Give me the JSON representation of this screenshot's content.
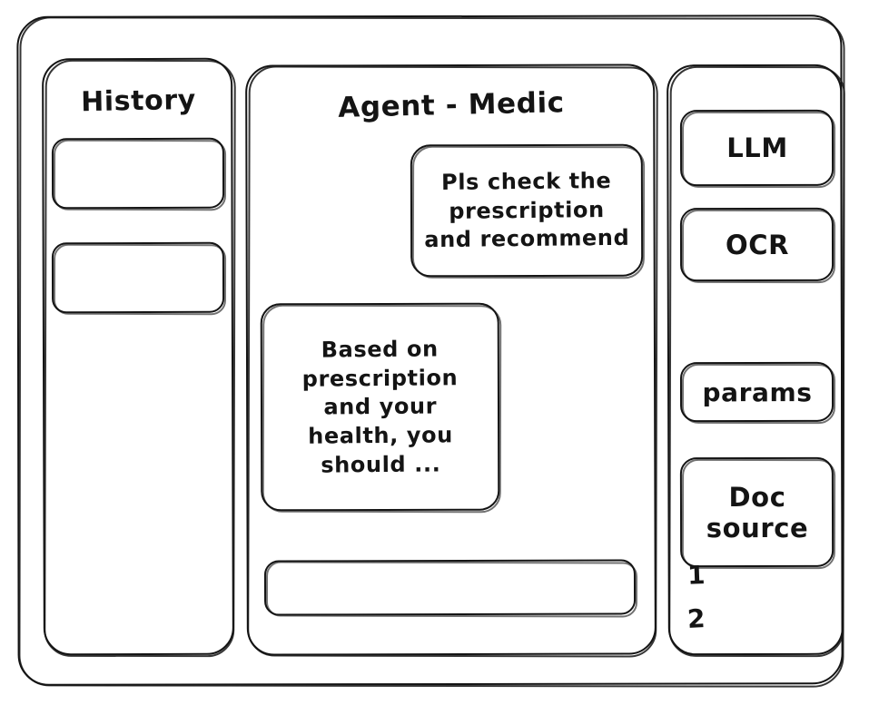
{
  "window": {
    "frame_label": "app-window"
  },
  "sidebar": {
    "title": "History",
    "items": [
      {
        "label": ""
      },
      {
        "label": ""
      }
    ]
  },
  "main": {
    "title": "Agent - Medic",
    "messages": [
      {
        "role": "user",
        "text": "Pls check the\nprescription\nand recommend"
      },
      {
        "role": "agent",
        "text": "Based on\nprescription\nand your\nhealth, you\nshould ..."
      }
    ],
    "composer": {
      "value": "",
      "placeholder": ""
    }
  },
  "tools": {
    "buttons": [
      {
        "label": "LLM"
      },
      {
        "label": "OCR"
      },
      {
        "label": "params"
      },
      {
        "label": "Doc\nsource"
      }
    ],
    "source_markers": [
      "1",
      "2"
    ]
  },
  "colors": {
    "stroke": "#141414",
    "background": "#ffffff"
  }
}
